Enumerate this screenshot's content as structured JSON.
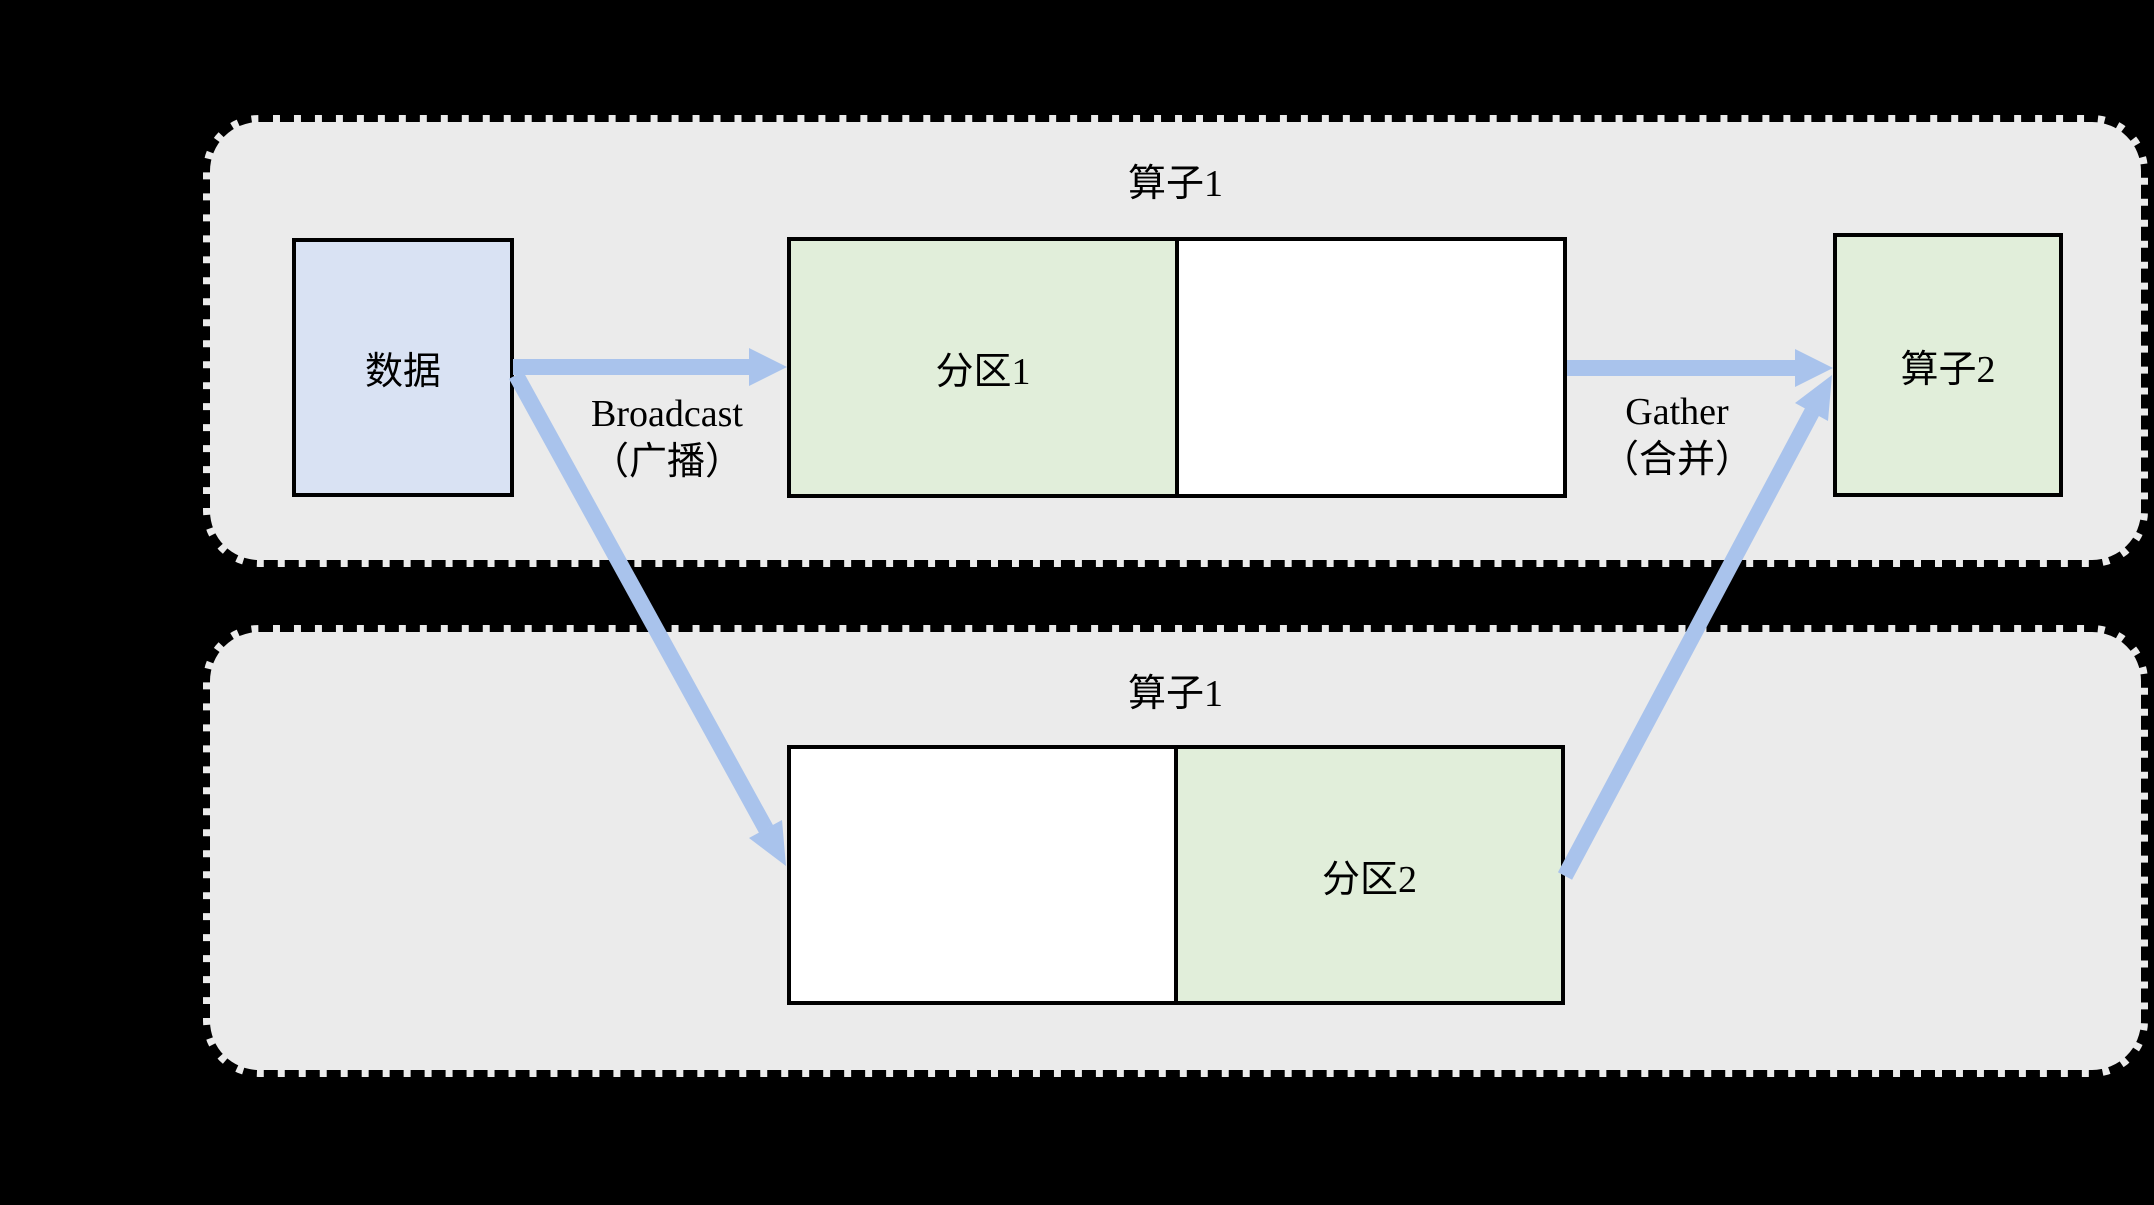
{
  "colors": {
    "background": "#000000",
    "container": "#ebebeb",
    "ink": "#000000",
    "box_blue": "#d9e2f3",
    "box_green": "#e1eeda",
    "box_white": "#ffffff",
    "arrow": "#a9c3ec"
  },
  "node1": {
    "title": "算子1",
    "data_box_label": "数据",
    "partition_label": "分区1",
    "operator2_label": "算子2"
  },
  "node2": {
    "title": "算子1",
    "partition_label": "分区2"
  },
  "flows": {
    "broadcast_line1": "Broadcast",
    "broadcast_line2": "（广播）",
    "gather_line1": "Gather",
    "gather_line2": "（合并）"
  }
}
